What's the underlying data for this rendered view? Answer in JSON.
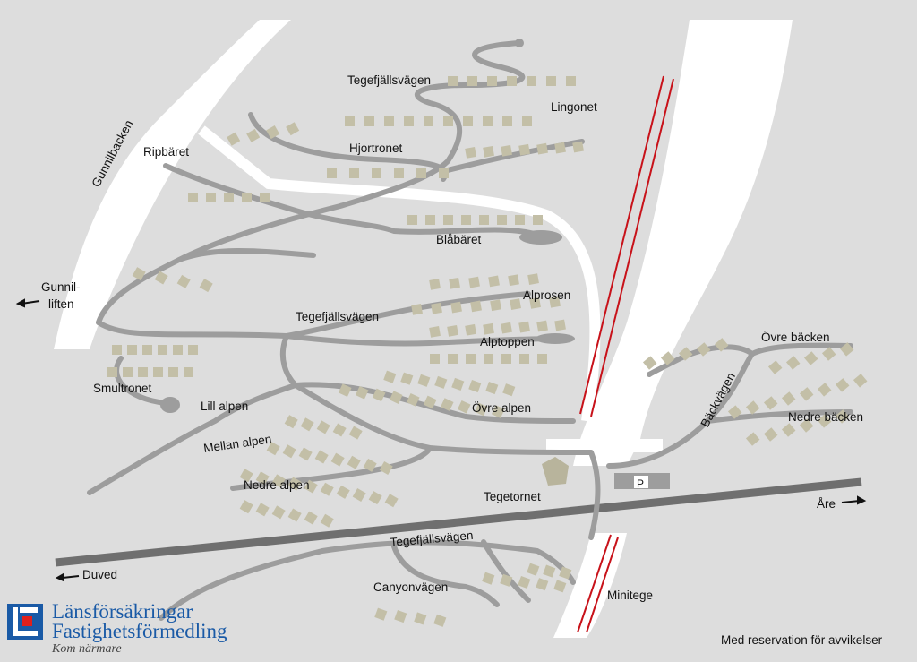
{
  "map": {
    "slopes": [
      "Gunnilbacken"
    ],
    "places": {
      "tegefjallsvagen_top": "Tegefjällsvägen",
      "lingonet": "Lingonet",
      "hjortronet": "Hjortronet",
      "ripbaret": "Ripbäret",
      "blabaret": "Blåbäret",
      "alprosen": "Alprosen",
      "tegefjallsvagen_mid": "Tegefjällsvägen",
      "alptoppen": "Alptoppen",
      "smultronet": "Smultronet",
      "lill_alpen": "Lill alpen",
      "ovre_alpen": "Övre alpen",
      "mellan_alpen": "Mellan alpen",
      "nedre_alpen": "Nedre alpen",
      "tegetornet": "Tegetornet",
      "tegefjallsvagen_low": "Tegefjällsvägen",
      "canyonvagen": "Canyonvägen",
      "minitege": "Minitege",
      "ovre_backen": "Övre bäcken",
      "backvagen": "Bäckvägen",
      "nedre_backen": "Nedre bäcken",
      "parking": "P"
    },
    "directions": {
      "gunnil_line1": "Gunnil-",
      "gunnil_line2": "liften",
      "are": "Åre",
      "duved": "Duved"
    },
    "colors": {
      "background": "#dddddd",
      "road": "#9d9d9d",
      "main_road": "#6f6f6f",
      "house": "#c3bfa7",
      "lift": "#c8121a",
      "slope": "#ffffff"
    }
  },
  "logo": {
    "line1": "Länsförsäkringar",
    "line2": "Fastighetsförmedling",
    "tagline": "Kom närmare"
  },
  "disclaimer": "Med reservation för avvikelser"
}
